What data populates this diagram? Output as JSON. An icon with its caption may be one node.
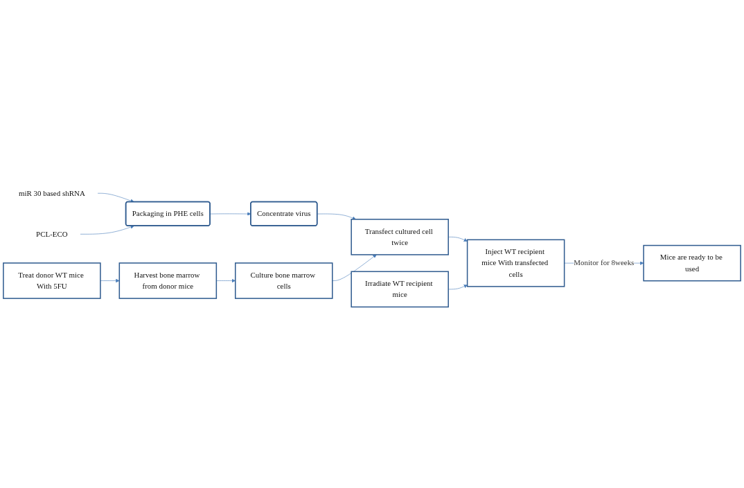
{
  "diagram": {
    "nodes": [
      {
        "text": [
          "miR 30 based shRNA"
        ]
      },
      {
        "text": [
          "PCL-ECO"
        ]
      },
      {
        "text": [
          "Packaging in PHE cells"
        ]
      },
      {
        "text": [
          "Concentrate virus"
        ]
      },
      {
        "text": [
          "Treat donor WT mice With 5FU"
        ]
      },
      {
        "text": [
          "Harvest bone marrow from donor mice"
        ]
      },
      {
        "text": [
          "Culture bone marrow cells"
        ]
      },
      {
        "text": [
          "Transfect cultured cell twice"
        ]
      },
      {
        "text": [
          "Irradiate WT recipient mice"
        ]
      },
      {
        "text": [
          "Inject WT recipient mice With transfected cells"
        ]
      },
      {
        "text": [
          "Mice are ready to be used"
        ]
      }
    ],
    "edges": [
      {
        "from": 0,
        "to": 2,
        "arrow": "to"
      },
      {
        "from": 1,
        "to": 2,
        "arrow": "to"
      },
      {
        "from": 2,
        "to": 3,
        "arrow": "to"
      },
      {
        "from": 3,
        "to": 7,
        "arrow": "to"
      },
      {
        "from": 4,
        "to": 5,
        "arrow": "to"
      },
      {
        "from": 5,
        "to": 6,
        "arrow": "to"
      },
      {
        "from": 6,
        "to": 7,
        "arrow": "to"
      },
      {
        "from": 7,
        "to": 9,
        "arrow": "to"
      },
      {
        "from": 8,
        "to": 9,
        "arrow": "to"
      },
      {
        "from": 9,
        "to": 10,
        "label": "Monitor for 8weeks",
        "arrow": "to"
      }
    ]
  }
}
